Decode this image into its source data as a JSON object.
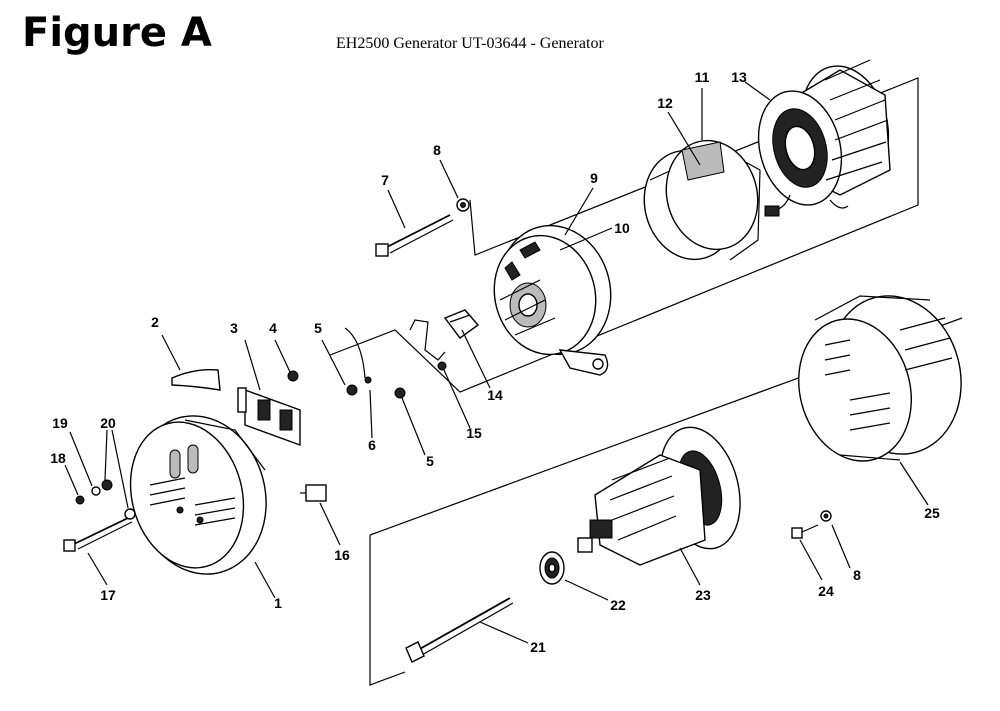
{
  "header": {
    "figure_label": "Figure A",
    "title": "EH2500 Generator UT-03644 - Generator"
  },
  "callouts": [
    {
      "id": "c1",
      "text": "1"
    },
    {
      "id": "c2",
      "text": "2"
    },
    {
      "id": "c3",
      "text": "3"
    },
    {
      "id": "c4",
      "text": "4"
    },
    {
      "id": "c5a",
      "text": "5"
    },
    {
      "id": "c5b",
      "text": "5"
    },
    {
      "id": "c6",
      "text": "6"
    },
    {
      "id": "c7",
      "text": "7"
    },
    {
      "id": "c8a",
      "text": "8"
    },
    {
      "id": "c8b",
      "text": "8"
    },
    {
      "id": "c9",
      "text": "9"
    },
    {
      "id": "c10",
      "text": "10"
    },
    {
      "id": "c11",
      "text": "11"
    },
    {
      "id": "c12",
      "text": "12"
    },
    {
      "id": "c13",
      "text": "13"
    },
    {
      "id": "c14",
      "text": "14"
    },
    {
      "id": "c15",
      "text": "15"
    },
    {
      "id": "c16",
      "text": "16"
    },
    {
      "id": "c17",
      "text": "17"
    },
    {
      "id": "c18",
      "text": "18"
    },
    {
      "id": "c19",
      "text": "19"
    },
    {
      "id": "c20",
      "text": "20"
    },
    {
      "id": "c21",
      "text": "21"
    },
    {
      "id": "c22",
      "text": "22"
    },
    {
      "id": "c23",
      "text": "23"
    },
    {
      "id": "c24",
      "text": "24"
    },
    {
      "id": "c25",
      "text": "25"
    }
  ]
}
